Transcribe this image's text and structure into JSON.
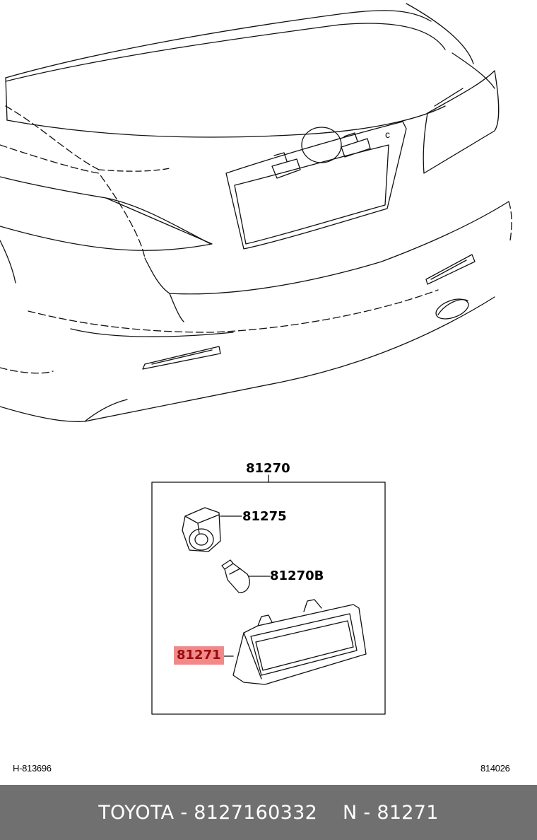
{
  "callouts": {
    "assembly": "81270",
    "socket": "81275",
    "bulb": "81270B",
    "lens": "81271"
  },
  "codes": {
    "left": "H-813696",
    "right": "814026"
  },
  "footer": {
    "part_info": "TOYOTA - 8127160332",
    "ref_info": "N - 81271"
  },
  "colors": {
    "highlight_bg": "#f08a8a",
    "highlight_text": "#9b0a0a",
    "footer_bg": "#707070"
  }
}
